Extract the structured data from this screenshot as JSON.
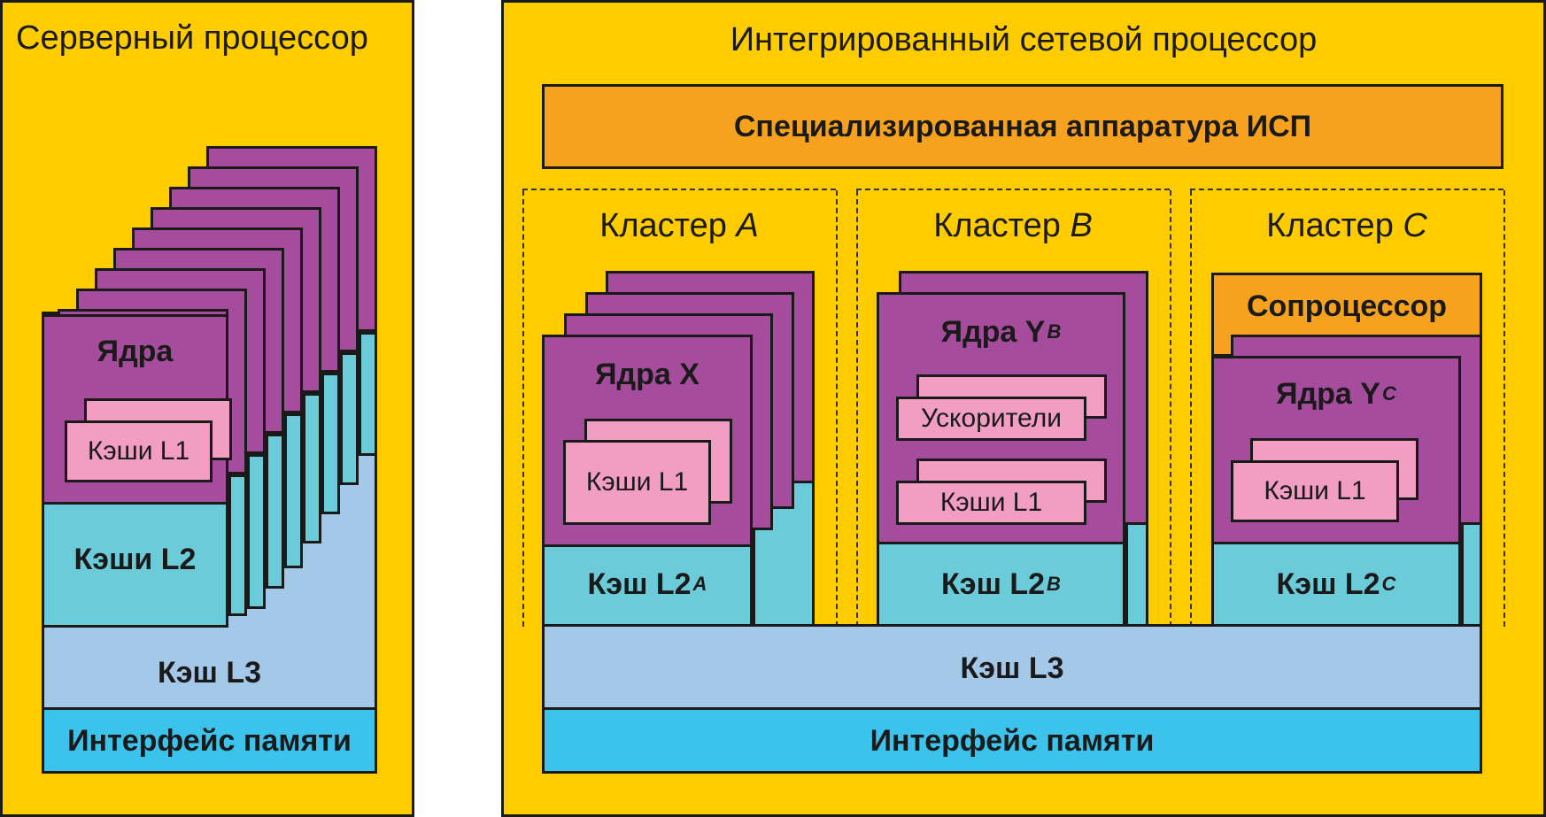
{
  "server": {
    "title": "Серверный процессор",
    "cores": "Ядра",
    "l1": "Кэши L1",
    "l2": "Кэши L2",
    "l3": "Кэш L3",
    "mem": "Интерфейс памяти"
  },
  "isp": {
    "title": "Интегрированный сетевой процессор",
    "hw": "Специализированная аппаратура ИСП",
    "l3": "Кэш L3",
    "mem": "Интерфейс памяти",
    "clusters": [
      {
        "label": "Кластер",
        "letter": "A",
        "cores": "Ядра X",
        "l1": "Кэши L1",
        "l2": "Кэш L2",
        "l2_sub": "A"
      },
      {
        "label": "Кластер",
        "letter": "B",
        "cores": "Ядра Y",
        "cores_sub": "B",
        "accel": "Ускорители",
        "l1": "Кэши L1",
        "l2": "Кэш L2",
        "l2_sub": "B"
      },
      {
        "label": "Кластер",
        "letter": "C",
        "coproc": "Сопроцессор",
        "cores": "Ядра Y",
        "cores_sub": "C",
        "l1": "Кэши L1",
        "l2": "Кэш L2",
        "l2_sub": "C"
      }
    ]
  },
  "colors": {
    "panel": "#ffcc00",
    "core": "#a54c9c",
    "l1": "#f19ec2",
    "l2": "#6ccbd9",
    "l3": "#a4c8e8",
    "memory": "#3cc3ec",
    "hw": "#f7a21e"
  }
}
